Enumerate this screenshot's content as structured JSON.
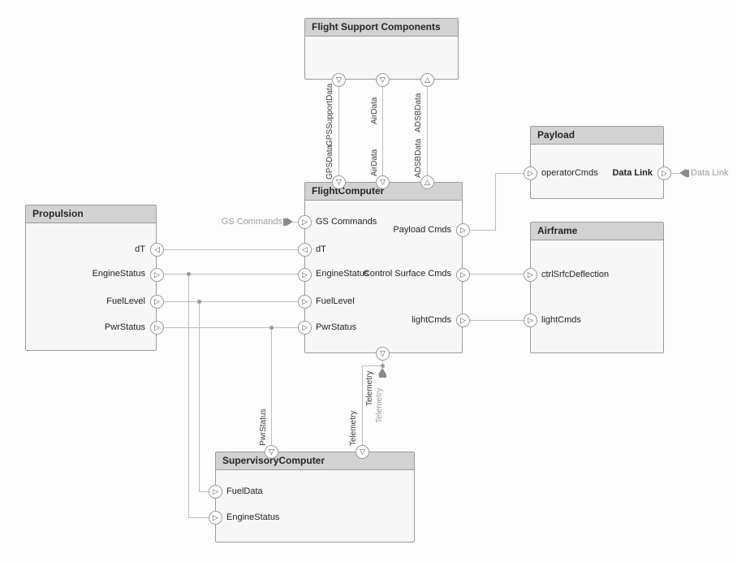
{
  "icons": {
    "tri_right": "▷",
    "tri_left": "◁",
    "tri_down": "▽",
    "tri_up": "△"
  },
  "colors": {
    "block_header": "#d2d2d2",
    "block_body": "#f7f7f7",
    "block_border": "#9b9b9b",
    "connector": "#bcbcbc",
    "external_port_grey": "#9e9e9e"
  },
  "blocks": {
    "flight_support": {
      "title": "Flight Support Components"
    },
    "flight_computer": {
      "title": "FlightComputer",
      "gs_commands": "GS Commands",
      "dt": "dT",
      "engine_status": "EngineStatus",
      "fuel_level": "FuelLevel",
      "pwr_status": "PwrStatus",
      "payload_cmds": "Payload Cmds",
      "control_surface_cmds": "Control Surface Cmds",
      "light_cmds": "lightCmds"
    },
    "propulsion": {
      "title": "Propulsion",
      "dt": "dT",
      "engine_status": "EngineStatus",
      "fuel_level": "FuelLevel",
      "pwr_status": "PwrStatus"
    },
    "payload": {
      "title": "Payload",
      "operator_cmds": "operatorCmds",
      "data_link": "Data Link"
    },
    "airframe": {
      "title": "Airframe",
      "ctrl_srfc_deflection": "ctrlSrfcDeflection",
      "light_cmds": "lightCmds"
    },
    "supervisory_computer": {
      "title": "SupervisoryComputer",
      "fuel_data": "FuelData",
      "engine_status": "EngineStatus"
    }
  },
  "external_ports": {
    "gs_commands": "GS Commands",
    "data_link": "Data Link",
    "telemetry": "Telemetry"
  },
  "connector_labels": {
    "gps_support_data": "GPSSupportData",
    "gps_data": "GPSData",
    "air_data_src": "AirData",
    "air_data_dst": "AirData",
    "adsb_data_src": "ADSBData",
    "adsb_data_dst": "ADSBData",
    "pwr_status": "PwrStatus",
    "telemetry_src": "Telemetry",
    "telemetry_dst": "Telemetry"
  }
}
